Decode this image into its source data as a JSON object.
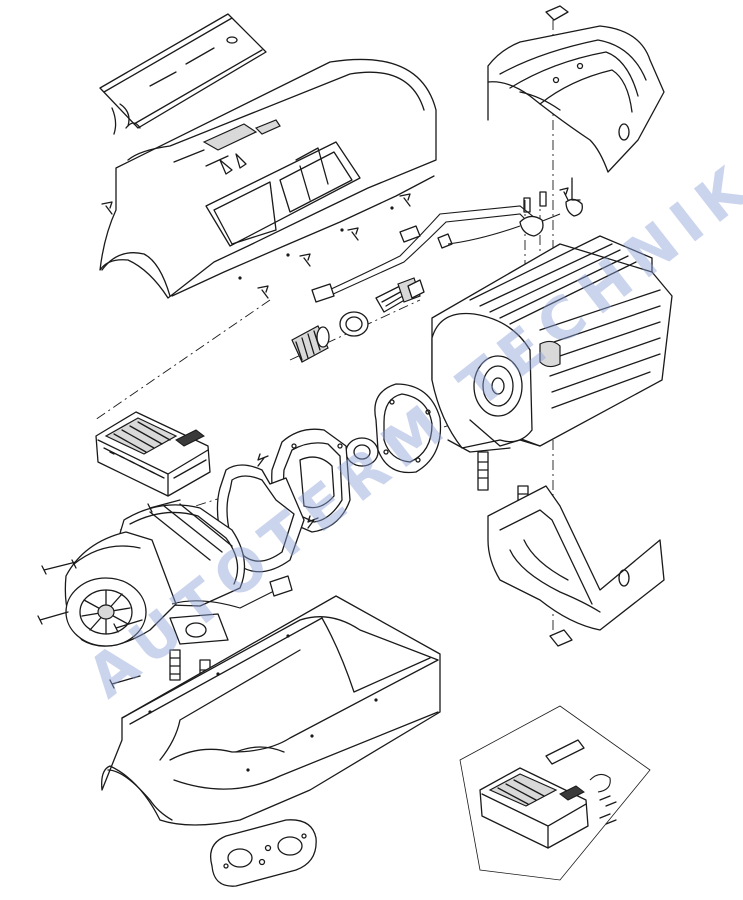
{
  "watermark": {
    "text": "AUTOTERM TECHNIK",
    "color": "#8c9fd6"
  },
  "parts": [
    {
      "id": "top-grip"
    },
    {
      "id": "upper-housing"
    },
    {
      "id": "heat-exchanger-top-shield"
    },
    {
      "id": "heat-exchanger"
    },
    {
      "id": "lower-shield"
    },
    {
      "id": "burner-gaskets"
    },
    {
      "id": "combustion-chamber-seal"
    },
    {
      "id": "blower-motor"
    },
    {
      "id": "control-unit"
    },
    {
      "id": "glow-plug"
    },
    {
      "id": "glow-plug-seal"
    },
    {
      "id": "wiring-harness"
    },
    {
      "id": "lower-housing"
    },
    {
      "id": "mounting-gasket"
    },
    {
      "id": "alternative-control-unit"
    }
  ]
}
